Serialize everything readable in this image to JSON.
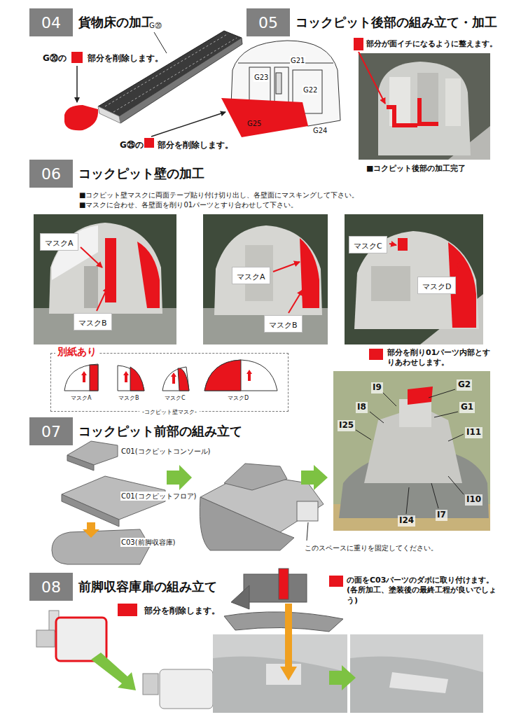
{
  "diagram": {
    "nodes": [
      {
        "text": [
          "04",
          "貨物床の加工"
        ]
      },
      {
        "text": [
          "05",
          "コックピット後部の組み立て・加工"
        ]
      },
      {
        "text": [
          "06",
          "コックピット壁の加工"
        ]
      },
      {
        "text": [
          "マスクA"
        ]
      },
      {
        "text": [
          "マスクB"
        ]
      },
      {
        "text": [
          "マスクA"
        ]
      },
      {
        "text": [
          "マスクB"
        ]
      },
      {
        "text": [
          "マスクC"
        ]
      },
      {
        "text": [
          "マスクD"
        ]
      },
      {
        "text": [
          "別紙あり",
          "-コクピット壁マスク-"
        ]
      },
      {
        "text": [
          "07",
          "コックピット前部の組み立て"
        ]
      },
      {
        "text": [
          "08",
          "前脚収容庫扉の組み立て"
        ]
      }
    ],
    "labels": [
      "G⑳の",
      "部分を削除します。",
      "G⑳",
      "G21",
      "G23",
      "G22",
      "G25",
      "G24",
      "G㉕の",
      "部分を削除します。",
      "部分が面イチになるように整えます。",
      "■コクピット後部の加工完了",
      "■コクピット壁マスクに両面テープ貼り付け切り出し、各壁面にマスキングして下さい。",
      "■マスクに合わせ、各壁面を削り01パーツとすり合わせして下さい。",
      "マスクA",
      "マスクB",
      "マスクC",
      "マスクD",
      "部分を削り01パーツ内部とすりあわせします。",
      "C01(コクピットコンソール)",
      "C01(コクピットフロア)",
      "C03(前脚収容庫)",
      "このスペースに重りを固定してください。",
      "I9",
      "G2",
      "I8",
      "G1",
      "I25",
      "I11",
      "I10",
      "I7",
      "I24",
      "部分を削除します。",
      "の面をC03パーツのダボに取り付けます。(各所加工、塗装後の最終工程が良いでしょう)"
    ]
  }
}
